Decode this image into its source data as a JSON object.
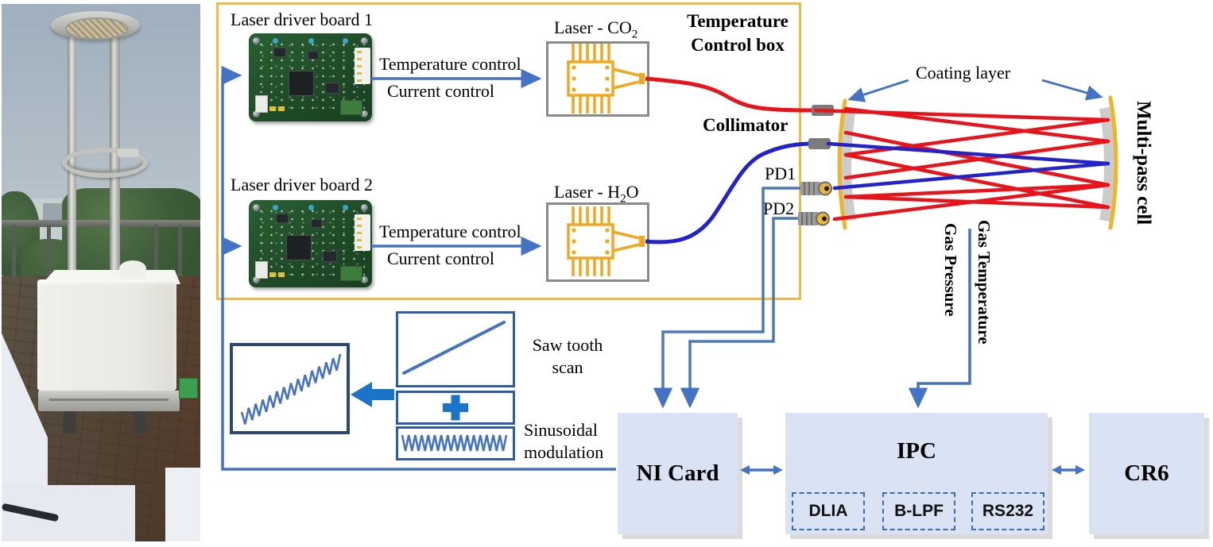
{
  "figure": {
    "control_box": {
      "title_line1": "Temperature",
      "title_line2": "Control box",
      "board1_label": "Laser driver board 1",
      "board2_label": "Laser driver board 2",
      "temperature_control": "Temperature control",
      "current_control": "Current control",
      "laser_co2": {
        "prefix": "Laser - CO",
        "sub": "2",
        "suffix": ""
      },
      "laser_h2o": {
        "prefix": "Laser - H",
        "sub": "2",
        "suffix": "O"
      }
    },
    "optics": {
      "collimator": "Collimator",
      "pd1": "PD1",
      "pd2": "PD2",
      "coating_layer": "Coating layer",
      "multipass_cell": "Multi-pass cell"
    },
    "sensors": {
      "gas_pressure": "Gas Pressure",
      "gas_temperature": "Gas Temperature"
    },
    "modulation": {
      "saw_line1": "Saw tooth",
      "saw_line2": "scan",
      "sin_line1": "Sinusoidal",
      "sin_line2": "modulation"
    },
    "devices": {
      "ni_card": "NI Card",
      "ipc": "IPC",
      "cr6": "CR6",
      "ipc_modules": [
        "DLIA",
        "B-LPF",
        "RS232"
      ]
    },
    "colors": {
      "control_box_border": "#F5B942",
      "signal_blue": "#4472C4",
      "bold_blue": "#1B74C9",
      "beam_red": "#E8141C",
      "beam_blue": "#2323CC",
      "device_fill": "#DAE3F3",
      "laser_chip_orange": "#F0A81E",
      "mirror_yellow": "#F0B429",
      "mirror_backing_gray": "#CCCCCC"
    }
  }
}
